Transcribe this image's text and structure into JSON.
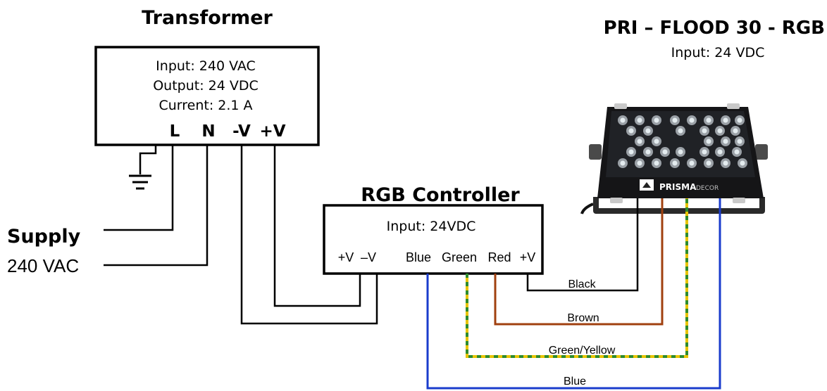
{
  "transformer": {
    "title": "Transformer",
    "input": "Input:  240 VAC",
    "output": "Output: 24 VDC",
    "current": "Current: 2.1 A",
    "terminals": {
      "l": "L",
      "n": "N",
      "neg_v": "-V",
      "pos_v": "+V"
    }
  },
  "floodlight": {
    "title": "PRI – FLOOD 30 - RGB",
    "input": "Input: 24 VDC",
    "brand": "PRISMA",
    "brand_suffix": "DECOR"
  },
  "controller": {
    "title": "RGB Controller",
    "input": "Input:  24VDC",
    "terminals": {
      "pos_v": "+V",
      "neg_v": "–V",
      "blue": "Blue",
      "green": "Green",
      "red": "Red",
      "out_pos_v": "+V"
    }
  },
  "supply": {
    "title": "Supply",
    "voltage": "240 VAC"
  },
  "wires": {
    "black": "Black",
    "brown": "Brown",
    "green_yellow": "Green/Yellow",
    "blue": "Blue"
  },
  "colors": {
    "black": "#000000",
    "brown": "#a0400f",
    "green": "#2e8b2e",
    "yellow": "#e8c400",
    "blue": "#1a3ccc",
    "housing": "#1e1e20",
    "led_outer": "#9aa0a6",
    "led_inner": "#e4ecef"
  }
}
